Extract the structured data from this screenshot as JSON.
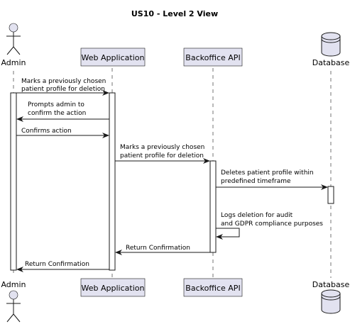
{
  "title": "US10 - Level 2 View",
  "participants": {
    "admin": "Admin",
    "webapp": "Web Application",
    "backoffice": "Backoffice API",
    "database": "Database"
  },
  "messages": [
    {
      "lines": [
        "Marks a previously chosen",
        "patient profile for deletion"
      ]
    },
    {
      "lines": [
        "Prompts admin to",
        "confirm the action"
      ]
    },
    {
      "lines": [
        "Confirms action"
      ]
    },
    {
      "lines": [
        "Marks a previously chosen",
        "patient profile for deletion"
      ]
    },
    {
      "lines": [
        "Deletes patient profile within",
        "predefined timeframe"
      ]
    },
    {
      "lines": [
        "Logs deletion for audit",
        "and GDPR compliance purposes"
      ]
    },
    {
      "lines": [
        "Return Confirmation"
      ]
    },
    {
      "lines": [
        "Return Confirmation"
      ]
    }
  ]
}
